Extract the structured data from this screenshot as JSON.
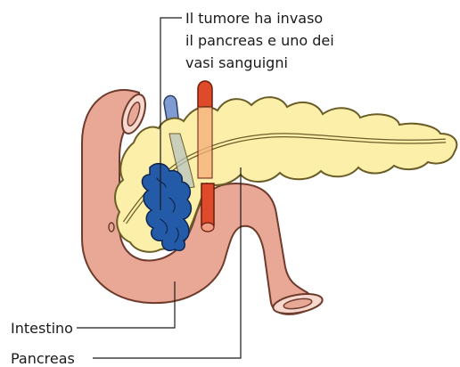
{
  "labels": {
    "tumor_line1": "Il tumore ha invaso",
    "tumor_line2": "il pancreas e uno dei",
    "tumor_line3": "vasi sanguigni",
    "intestine": "Intestino",
    "pancreas": "Pancreas"
  },
  "colors": {
    "intestine_fill": "#e9a796",
    "intestine_stroke": "#6e3b2c",
    "pancreas_fill": "#fcefaa",
    "pancreas_stroke": "#6a5d27",
    "tumor_fill": "#245ba8",
    "tumor_stroke": "#0e2550",
    "artery_fill": "#df4a2a",
    "vein_fill": "#7e9bd2",
    "leader_line": "#1a1a1a"
  }
}
